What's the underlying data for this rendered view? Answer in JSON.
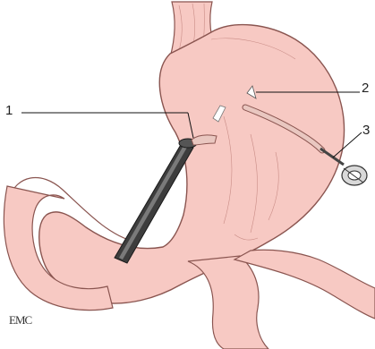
{
  "figure": {
    "callouts": [
      {
        "id": "1",
        "label": "1"
      },
      {
        "id": "2",
        "label": "2"
      },
      {
        "id": "3",
        "label": "3"
      }
    ],
    "watermark": "EMC"
  },
  "colors": {
    "tissue_fill": "#f7c9c3",
    "tissue_outline": "#8a5550",
    "scope_dark": "#3d3d3d",
    "instrument_fill": "#e9c7c0",
    "leader_line": "#111111"
  }
}
